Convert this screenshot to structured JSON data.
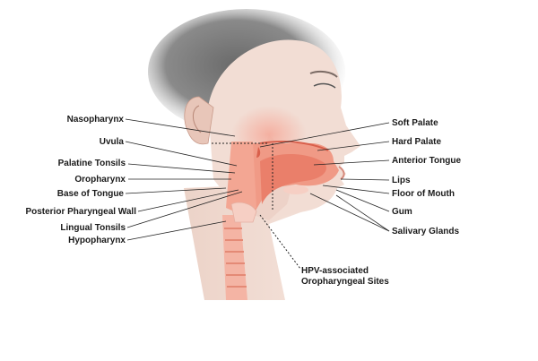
{
  "labels_left": [
    "Nasopharynx",
    "Uvula",
    "Palatine Tonsils",
    "Oropharynx",
    "Base of Tongue",
    "Posterior Pharyngeal Wall",
    "Lingual Tonsils",
    "Hypopharynx"
  ],
  "labels_right": [
    "Soft Palate",
    "Hard Palate",
    "Anterior Tongue",
    "Lips",
    "Floor of Mouth",
    "Gum",
    "Salivary Glands"
  ],
  "hpv_label": [
    "HPV-associated",
    "Oropharyngeal Sites"
  ],
  "colors": {
    "skin": "#f2ddd4",
    "skin_shadow": "#e3c2b6",
    "hair": "#4a4a4a",
    "tissue": "#f09a86",
    "tissue_dark": "#d9604c",
    "cartilage": "#f6cfc4",
    "label": "#1a1a1a"
  }
}
